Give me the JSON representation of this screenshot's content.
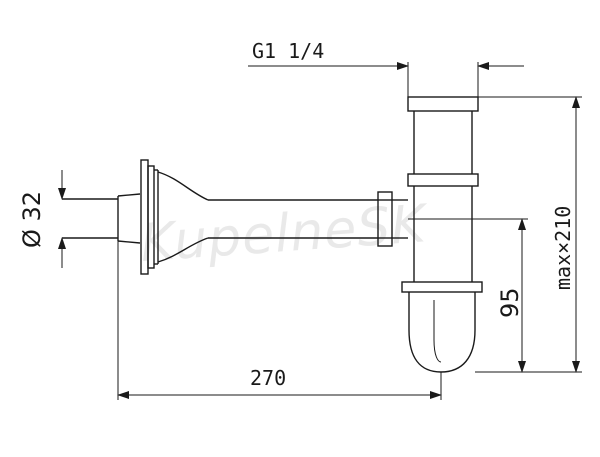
{
  "labels": {
    "thread": "G1 1/4",
    "diameter": "Ø 32",
    "length": "270",
    "height_outlet": "95",
    "height_max": "max×210"
  },
  "watermark": "KupelneSK"
}
